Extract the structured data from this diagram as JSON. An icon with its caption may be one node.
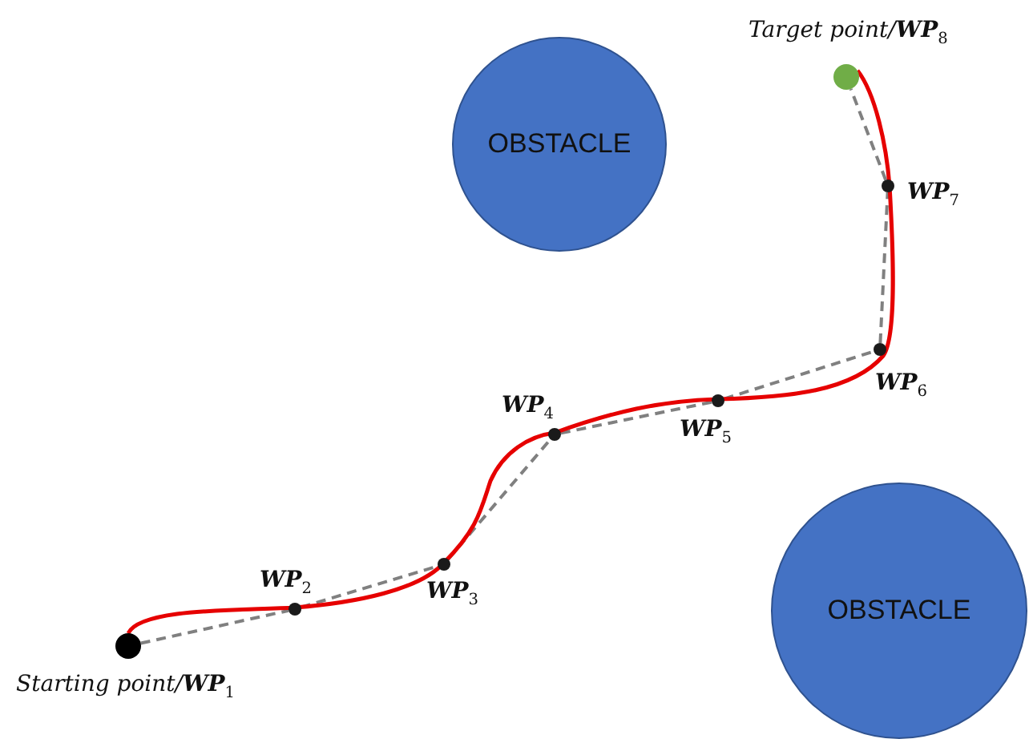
{
  "diagram": {
    "nodes": [
      {
        "text": [
          "Starting point/**WP**$_{1}$"
        ]
      },
      {
        "text": [
          "**WP**$_{2}$"
        ]
      },
      {
        "text": [
          "**WP**$_{3}$"
        ]
      },
      {
        "text": [
          "**WP**$_{4}$"
        ]
      },
      {
        "text": [
          "**WP**$_{5}$"
        ]
      },
      {
        "text": [
          "**WP**$_{6}$"
        ]
      },
      {
        "text": [
          "**WP**$_{7}$"
        ]
      },
      {
        "text": [
          "Target point/**WP**$_{8}$"
        ]
      },
      {
        "text": [
          "OBSTACLE"
        ]
      },
      {
        "text": [
          "OBSTACLE"
        ]
      }
    ],
    "edges": [
      {
        "from": 0,
        "to": 1,
        "arrow": "none",
        "style": "dashed"
      },
      {
        "from": 1,
        "to": 2,
        "arrow": "none",
        "style": "dashed"
      },
      {
        "from": 2,
        "to": 3,
        "arrow": "none",
        "style": "dashed"
      },
      {
        "from": 3,
        "to": 4,
        "arrow": "none",
        "style": "dashed"
      },
      {
        "from": 4,
        "to": 5,
        "arrow": "none",
        "style": "dashed"
      },
      {
        "from": 5,
        "to": 6,
        "arrow": "none",
        "style": "dashed"
      },
      {
        "from": 6,
        "to": 7,
        "arrow": "none",
        "style": "dashed"
      },
      {
        "from": 0,
        "to": 7,
        "arrow": "none",
        "color": "#e60000"
      }
    ]
  }
}
